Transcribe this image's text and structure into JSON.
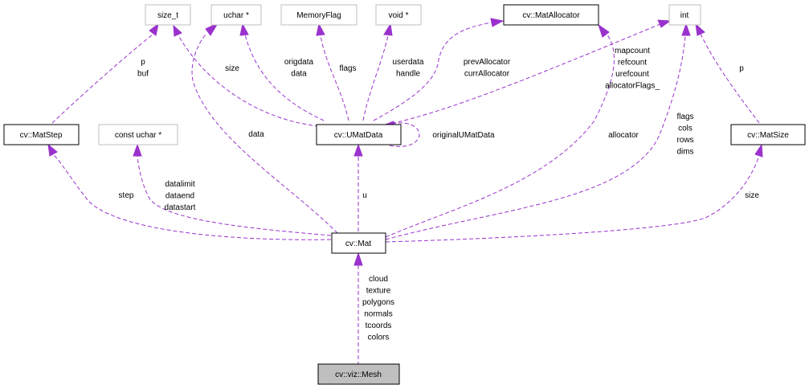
{
  "diagram": {
    "title": "Collaboration diagram for cv::viz::Mesh",
    "colors": {
      "edge": "#9a32cd",
      "primary_border": "#000000",
      "external_border": "#bfbfbf",
      "focus_fill": "#bfbfbf"
    },
    "nodes": {
      "size_t": "size_t",
      "uchar_ptr": "uchar *",
      "memoryflag": "MemoryFlag",
      "void_ptr": "void *",
      "matallocator": "cv::MatAllocator",
      "int": "int",
      "matstep": "cv::MatStep",
      "const_uchar_ptr": "const uchar *",
      "umatdata": "cv::UMatData",
      "matsize": "cv::MatSize",
      "mat": "cv::Mat",
      "mesh": "cv::viz::Mesh"
    },
    "edge_labels": {
      "matstep_size_t": [
        "p",
        "buf"
      ],
      "umatdata_size_t": [
        "size"
      ],
      "mat_uchar": [
        "data"
      ],
      "umatdata_uchar": [
        "origdata",
        "data"
      ],
      "umatdata_memoryflag": [
        "flags"
      ],
      "umatdata_void": [
        "userdata",
        "handle"
      ],
      "umatdata_matallocator": [
        "prevAllocator",
        "currAllocator"
      ],
      "umatdata_int": [
        "mapcount",
        "refcount",
        "urefcount",
        "allocatorFlags_"
      ],
      "umatdata_self": [
        "originalUMatData"
      ],
      "mat_matallocator": [
        "allocator"
      ],
      "mat_int": [
        "flags",
        "cols",
        "rows",
        "dims"
      ],
      "matsize_int": [
        "p"
      ],
      "mat_matstep": [
        "step"
      ],
      "mat_const_uchar": [
        "datalimit",
        "dataend",
        "datastart"
      ],
      "mat_umatdata": [
        "u"
      ],
      "mat_matsize": [
        "size"
      ],
      "mesh_mat": [
        "cloud",
        "texture",
        "polygons",
        "normals",
        "tcoords",
        "colors"
      ]
    }
  }
}
